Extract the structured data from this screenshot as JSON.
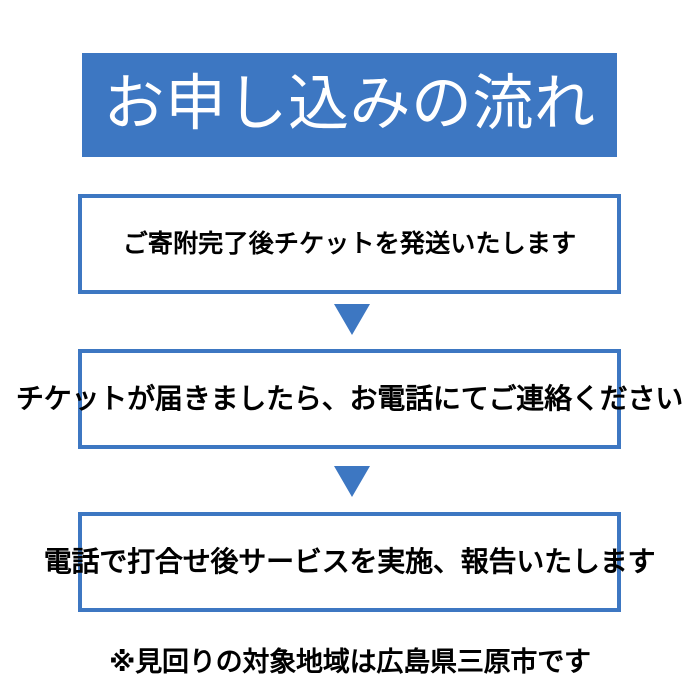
{
  "header": {
    "title": "お申し込みの流れ",
    "background_color": "#3d77c2",
    "text_color": "#ffffff"
  },
  "flow": {
    "accent_color": "#3d77c2",
    "box_background": "#ffffff",
    "box_text_color": "#000000",
    "steps": [
      {
        "order": 1,
        "text": "ご寄附完了後チケットを発送いたします"
      },
      {
        "order": 2,
        "text": "チケットが届きましたら、お電話にてご連絡ください"
      },
      {
        "order": 3,
        "text": "電話で打合せ後サービスを実施、報告いたします"
      }
    ],
    "connectors": [
      {
        "order": 1,
        "icon": "arrow-down-triangle-icon",
        "color": "#3d77c2"
      },
      {
        "order": 2,
        "icon": "arrow-down-triangle-icon",
        "color": "#3d77c2"
      }
    ]
  },
  "footer": {
    "note": "※見回りの対象地域は広島県三原市です"
  }
}
